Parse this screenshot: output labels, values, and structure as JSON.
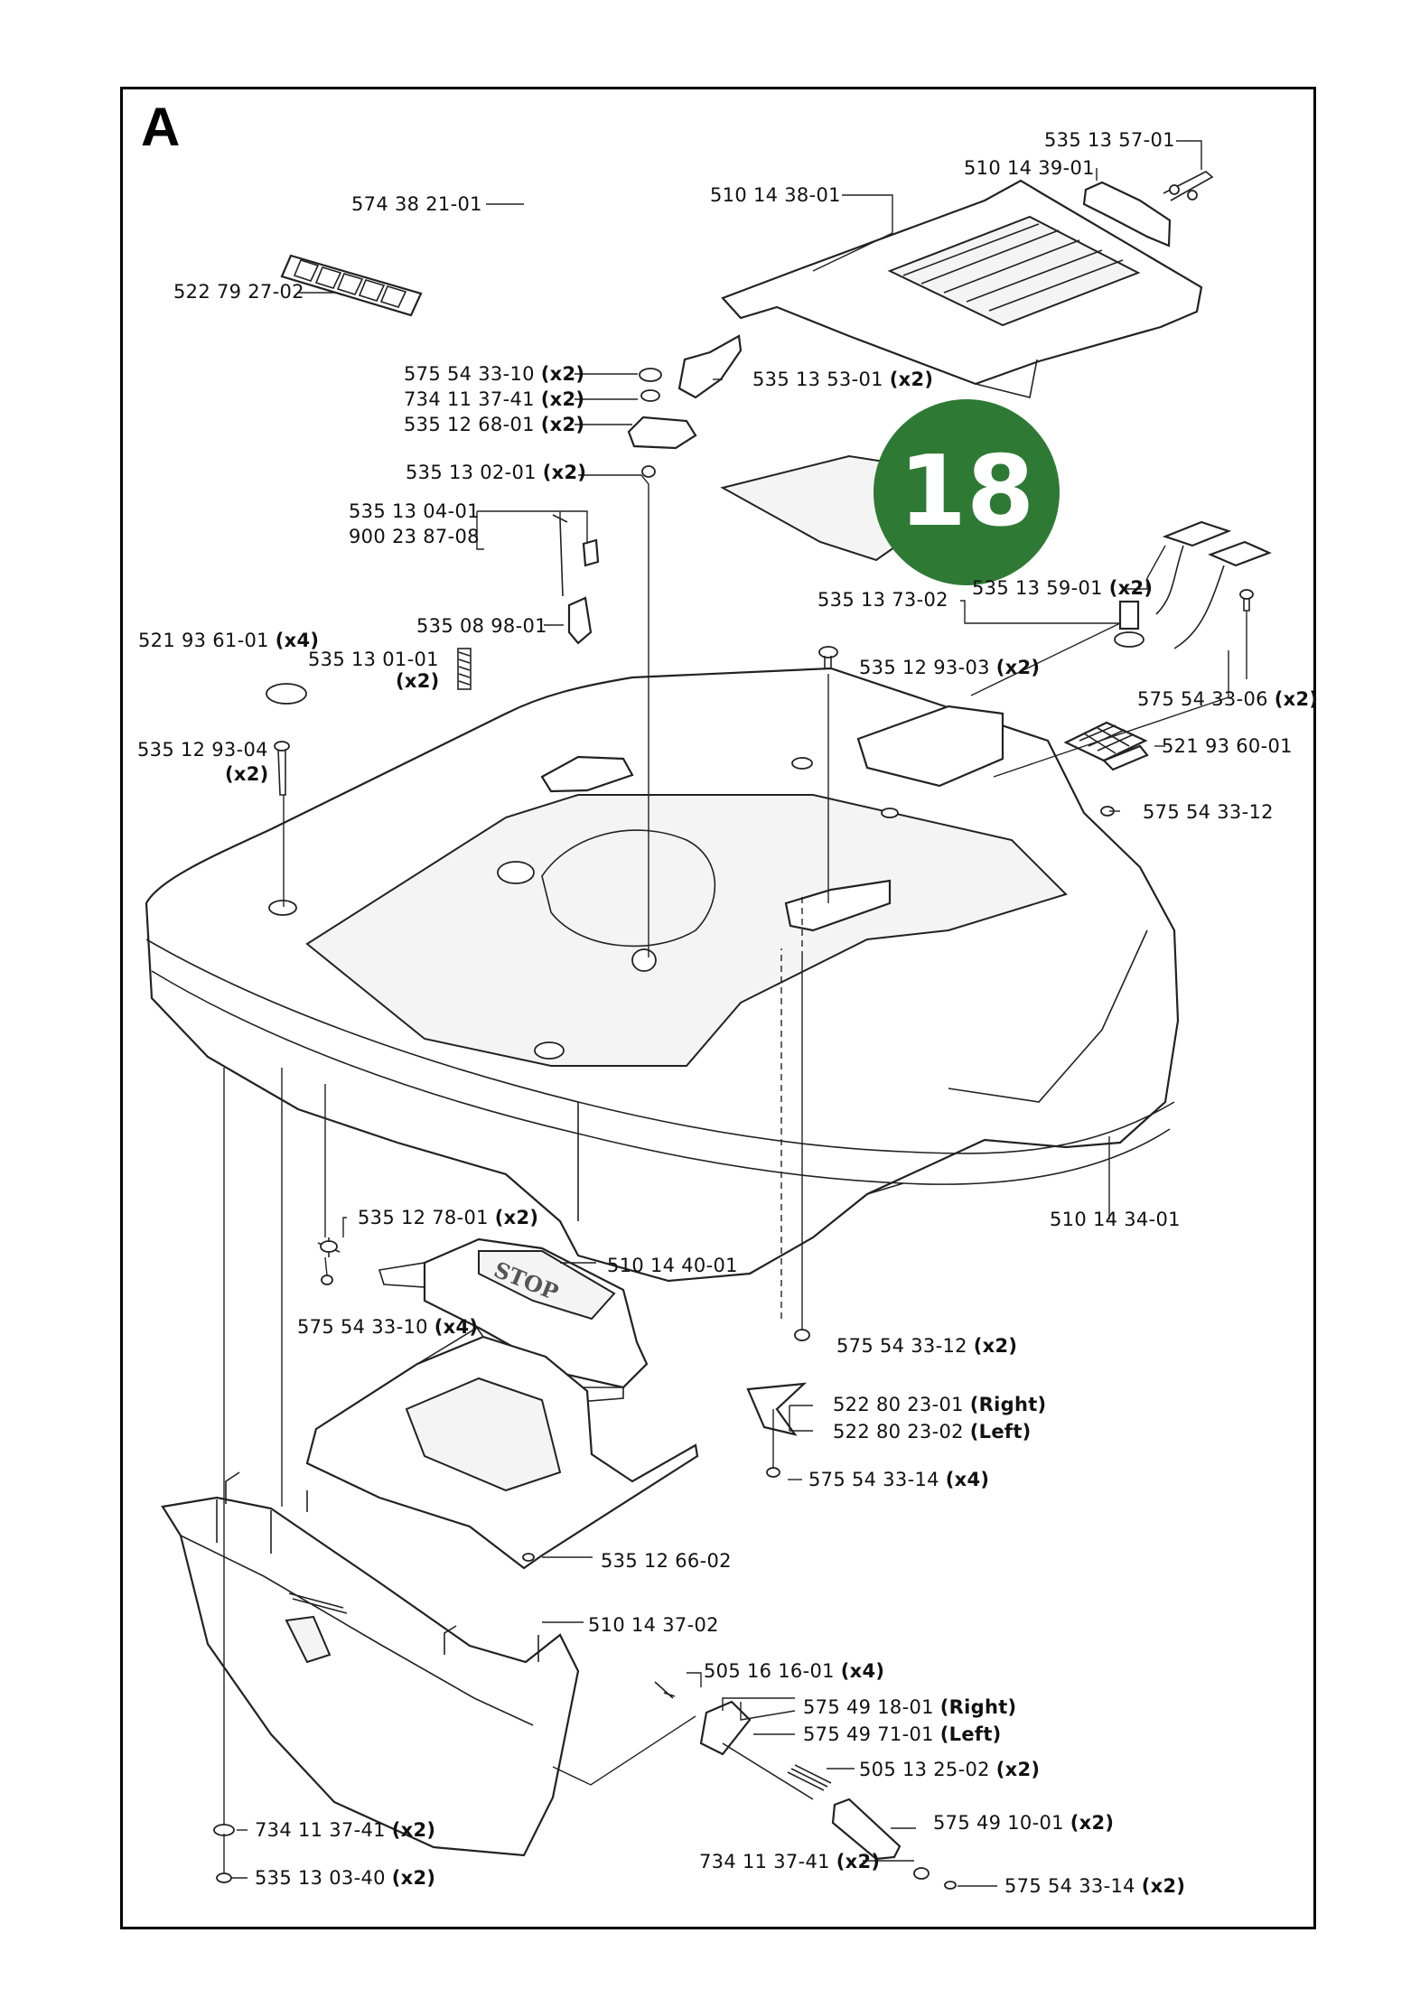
{
  "section": {
    "letter": "A"
  },
  "page_badge": {
    "number": "18",
    "color": "#2e7a35"
  },
  "labels": [
    {
      "id": "574-38-21-01",
      "part": "574 38 21-01",
      "qty": ""
    },
    {
      "id": "535-13-57-01",
      "part": "535 13 57-01",
      "qty": ""
    },
    {
      "id": "510-14-39-01",
      "part": "510 14 39-01",
      "qty": ""
    },
    {
      "id": "510-14-38-01",
      "part": "510 14 38-01",
      "qty": ""
    },
    {
      "id": "522-79-27-02",
      "part": "522 79 27-02",
      "qty": ""
    },
    {
      "id": "575-54-33-10-top",
      "part": "575 54 33-10",
      "qty": "(x2)"
    },
    {
      "id": "734-11-37-41-top",
      "part": "734 11 37-41",
      "qty": "(x2)"
    },
    {
      "id": "535-12-68-01",
      "part": "535 12 68-01",
      "qty": "(x2)"
    },
    {
      "id": "535-13-53-01",
      "part": "535 13 53-01",
      "qty": "(x2)"
    },
    {
      "id": "535-13-02-01",
      "part": "535 13 02-01",
      "qty": "(x2)"
    },
    {
      "id": "535-13-04-01",
      "part": "535 13 04-01",
      "qty": ""
    },
    {
      "id": "900-23-87-08",
      "part": "900 23 87-08",
      "qty": ""
    },
    {
      "id": "535-13-59-01",
      "part": "535 13 59-01",
      "qty": "(x2)"
    },
    {
      "id": "535-13-73-02",
      "part": "535 13 73-02",
      "qty": ""
    },
    {
      "id": "535-08-98-01",
      "part": "535 08 98-01",
      "qty": ""
    },
    {
      "id": "521-93-61-01",
      "part": "521 93 61-01",
      "qty": "(x4)"
    },
    {
      "id": "535-13-01-01",
      "part": "535 13 01-01",
      "qty": "(x2)"
    },
    {
      "id": "535-12-93-03",
      "part": "535 12 93-03",
      "qty": "(x2)"
    },
    {
      "id": "575-54-33-06",
      "part": "575 54 33-06",
      "qty": "(x2)"
    },
    {
      "id": "535-12-93-04",
      "part": "535 12 93-04",
      "qty": "(x2)"
    },
    {
      "id": "521-93-60-01",
      "part": "521 93 60-01",
      "qty": ""
    },
    {
      "id": "575-54-33-12-right",
      "part": "575 54 33-12",
      "qty": ""
    },
    {
      "id": "510-14-34-01",
      "part": "510 14 34-01",
      "qty": ""
    },
    {
      "id": "535-12-78-01",
      "part": "535 12 78-01",
      "qty": "(x2)"
    },
    {
      "id": "510-14-40-01",
      "part": "510 14 40-01",
      "qty": ""
    },
    {
      "id": "575-54-33-10-bottom",
      "part": "575 54 33-10",
      "qty": "(x4)"
    },
    {
      "id": "575-54-33-12-mid",
      "part": "575 54 33-12",
      "qty": "(x2)"
    },
    {
      "id": "522-80-23-01",
      "part": "522 80 23-01",
      "qty": "(Right)"
    },
    {
      "id": "522-80-23-02",
      "part": "522 80 23-02",
      "qty": "(Left)"
    },
    {
      "id": "575-54-33-14-mid",
      "part": "575 54 33-14",
      "qty": "(x4)"
    },
    {
      "id": "535-12-66-02",
      "part": "535 12 66-02",
      "qty": ""
    },
    {
      "id": "510-14-37-02",
      "part": "510 14 37-02",
      "qty": ""
    },
    {
      "id": "505-16-16-01",
      "part": "505 16 16-01",
      "qty": "(x4)"
    },
    {
      "id": "575-49-18-01",
      "part": "575 49 18-01",
      "qty": "(Right)"
    },
    {
      "id": "575-49-71-01",
      "part": "575 49 71-01",
      "qty": "(Left)"
    },
    {
      "id": "505-13-25-02",
      "part": "505 13 25-02",
      "qty": "(x2)"
    },
    {
      "id": "575-49-10-01",
      "part": "575 49 10-01",
      "qty": "(x2)"
    },
    {
      "id": "734-11-37-41-bottom",
      "part": "734 11 37-41",
      "qty": "(x2)"
    },
    {
      "id": "734-11-37-41-right",
      "part": "734 11 37-41",
      "qty": "(x2)"
    },
    {
      "id": "575-54-33-14-bottom",
      "part": "575 54 33-14",
      "qty": "(x2)"
    },
    {
      "id": "535-13-03-40",
      "part": "535 13 03-40",
      "qty": "(x2)"
    }
  ],
  "decals": {
    "stop_text": "STOP"
  }
}
